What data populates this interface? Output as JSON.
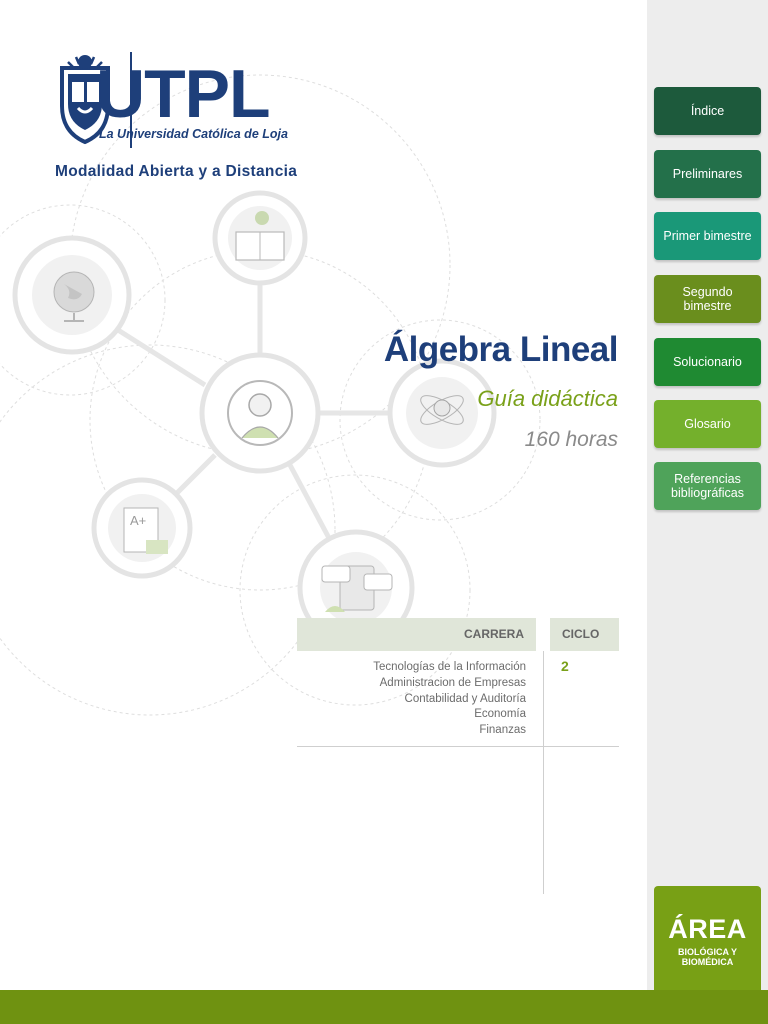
{
  "colors": {
    "brand_blue": "#1e3f7a",
    "accent_green": "#7aa11a",
    "footer_green": "#6f9211",
    "sidebar_bg": "#ededed"
  },
  "logo": {
    "wordmark": "UTPL",
    "tagline": "La Universidad Católica de Loja",
    "modality": "Modalidad Abierta y a Distancia",
    "icon": "university-crest-icon"
  },
  "title_block": {
    "title": "Álgebra Lineal",
    "subtitle": "Guía didáctica",
    "hours": "160 horas"
  },
  "table": {
    "headers": {
      "carrera": "CARRERA",
      "ciclo": "CICLO"
    },
    "careers": [
      "Tecnologías de la Información",
      "Administracion de Empresas",
      "Contabilidad y Auditoría",
      "Economía",
      "Finanzas"
    ],
    "ciclo": "2"
  },
  "sidebar": {
    "items": [
      {
        "label": "Índice",
        "color": "#1d5a3c"
      },
      {
        "label": "Preliminares",
        "color": "#23704a"
      },
      {
        "label": "Primer bimestre",
        "color": "#1a9878"
      },
      {
        "label": "Segundo bimestre",
        "color": "#6a8e1d"
      },
      {
        "label": "Solucionario",
        "color": "#1f8a32"
      },
      {
        "label": "Glosario",
        "color": "#74b02c"
      },
      {
        "label": "Referencias bibliográficas",
        "color": "#4fa35a"
      }
    ],
    "area": {
      "title": "ÁREA",
      "sub_line1": "BIOLÓGICA Y",
      "sub_line2": "BIOMÉDICA"
    }
  },
  "illustration_icons": [
    "book-lamp-icon",
    "globe-icon",
    "person-icon",
    "atom-lightbulb-icon",
    "graded-paper-icon",
    "chat-tablet-icon"
  ]
}
